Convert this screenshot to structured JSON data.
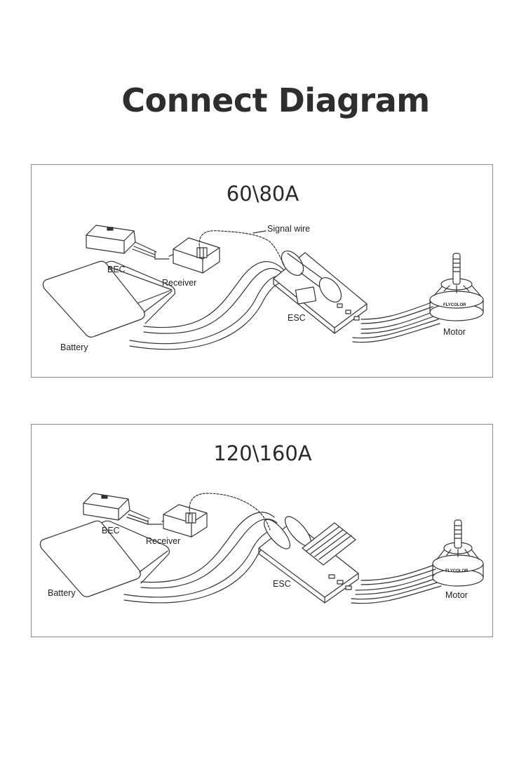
{
  "title": "Connect Diagram",
  "diagrams": [
    {
      "heading": "60\\80A",
      "labels": {
        "signal_wire": "Signal wire",
        "bec": "BEC",
        "receiver": "Receiver",
        "esc": "ESC",
        "motor": "Motor",
        "battery": "Battery",
        "motor_brand": "FLYCOLOR"
      }
    },
    {
      "heading": "120\\160A",
      "labels": {
        "bec": "BEC",
        "receiver": "Receiver",
        "esc": "ESC",
        "motor": "Motor",
        "battery": "Battery",
        "motor_brand": "FLYCOLOR"
      }
    }
  ]
}
